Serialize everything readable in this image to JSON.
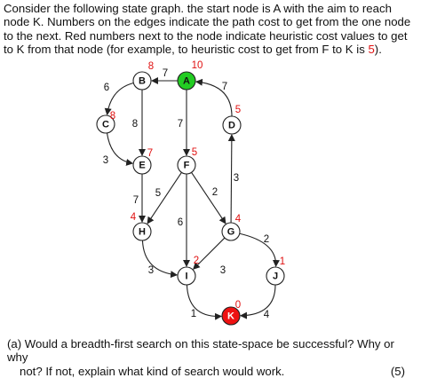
{
  "intro": {
    "lead": "Consider the following state graph. the start node is A with the aim to reach node K. Numbers on the edges indicate the path cost to get from the one node to the next. Red numbers next to the node indicate heuristic cost values to get to K from that node (for example, to heuristic cost to get from F to K is ",
    "example_value": "5",
    "tail": ")."
  },
  "colors": {
    "start": "#22cc22",
    "goal": "#ee1111",
    "heuristic": "#e01010",
    "node_fill": "#ffffff",
    "stroke": "#222222"
  },
  "nodes": [
    {
      "id": "A",
      "h": "10",
      "role": "start"
    },
    {
      "id": "B",
      "h": "8",
      "role": "normal"
    },
    {
      "id": "C",
      "h": "8",
      "role": "normal"
    },
    {
      "id": "D",
      "h": "5",
      "role": "normal"
    },
    {
      "id": "E",
      "h": "7",
      "role": "normal"
    },
    {
      "id": "F",
      "h": "5",
      "role": "normal"
    },
    {
      "id": "G",
      "h": "4",
      "role": "normal"
    },
    {
      "id": "H",
      "h": "4",
      "role": "normal"
    },
    {
      "id": "I",
      "h": "2",
      "role": "normal"
    },
    {
      "id": "J",
      "h": "1",
      "role": "normal"
    },
    {
      "id": "K",
      "h": "0",
      "role": "goal"
    }
  ],
  "edges": [
    {
      "from": "A",
      "to": "B",
      "cost": "7"
    },
    {
      "from": "B",
      "to": "C",
      "cost": "6"
    },
    {
      "from": "B",
      "to": "E",
      "cost": "8"
    },
    {
      "from": "C",
      "to": "E",
      "cost": "3"
    },
    {
      "from": "D",
      "to": "A",
      "cost": "7"
    },
    {
      "from": "A",
      "to": "F",
      "cost": "7"
    },
    {
      "from": "E",
      "to": "H",
      "cost": "7"
    },
    {
      "from": "F",
      "to": "H",
      "cost": "5"
    },
    {
      "from": "F",
      "to": "I",
      "cost": "6"
    },
    {
      "from": "F",
      "to": "G",
      "cost": "2"
    },
    {
      "from": "G",
      "to": "D",
      "cost": "3"
    },
    {
      "from": "G",
      "to": "I",
      "cost": "3"
    },
    {
      "from": "G",
      "to": "J",
      "cost": "2"
    },
    {
      "from": "H",
      "to": "I",
      "cost": "3"
    },
    {
      "from": "I",
      "to": "K",
      "cost": "1"
    },
    {
      "from": "J",
      "to": "K",
      "cost": "4"
    }
  ],
  "question": {
    "label": "(a)",
    "line1": "Would a breadth-first search on this state-space be successful? Why or why",
    "line2": "not? If not, explain what kind of search would work.",
    "marks": "(5)"
  }
}
